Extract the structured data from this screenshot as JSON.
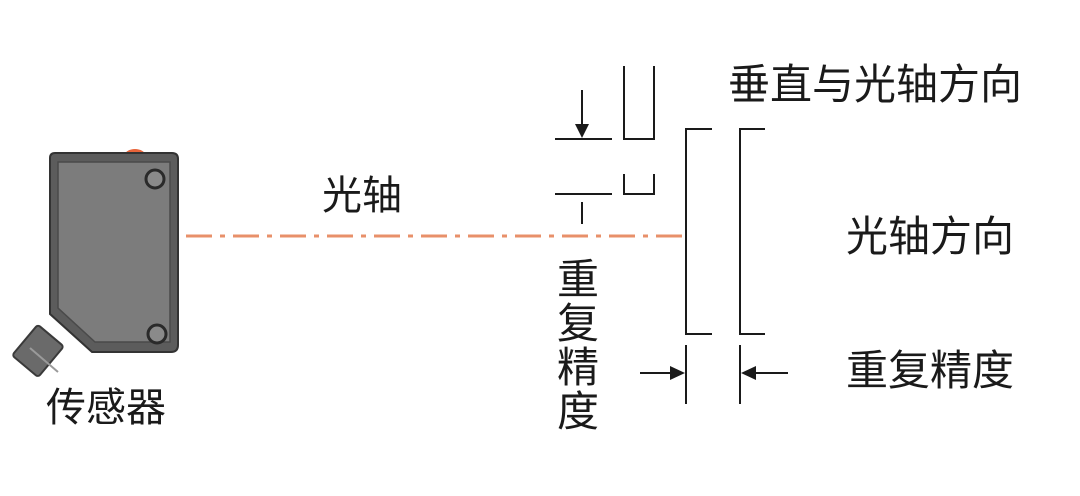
{
  "labels": {
    "sensor": "传感器",
    "optical_axis": "光轴",
    "perpendicular_direction": "垂直与光轴方向",
    "axis_direction": "光轴方向",
    "repeat_accuracy_right": "重复精度",
    "repeat_accuracy_vertical": "重复精度"
  },
  "colors": {
    "beam": "#e8906a",
    "sensor_body": "#5a5a5a",
    "sensor_face": "#7a7a7a",
    "indicator_led": "#e8643a",
    "line": "#1a1a1a"
  }
}
